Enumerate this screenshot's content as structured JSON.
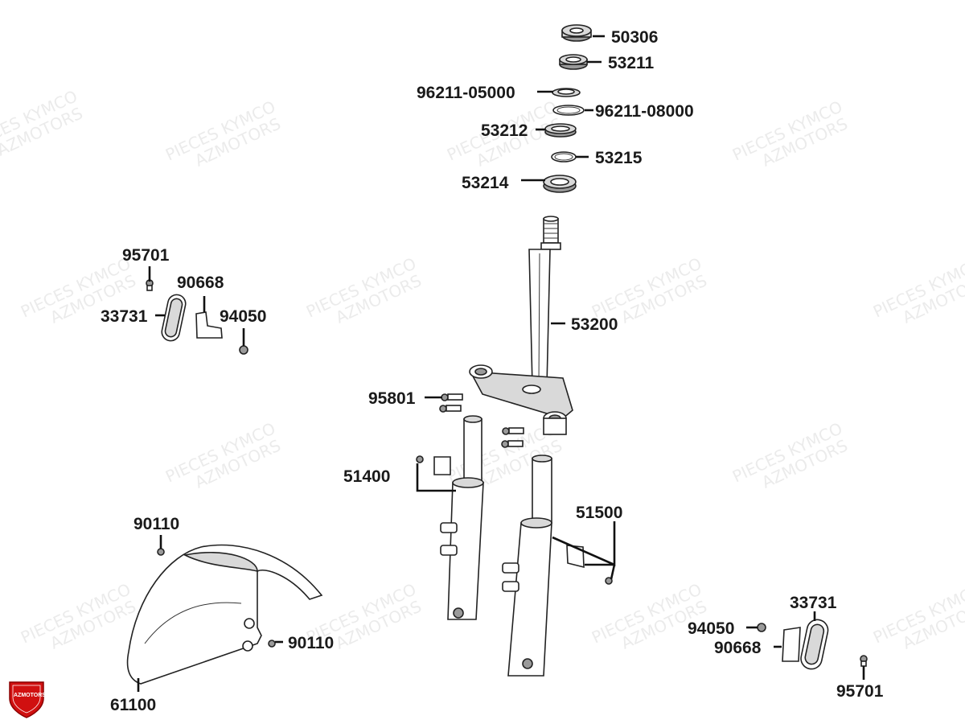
{
  "diagram": {
    "watermark_lines": [
      "PIECES KYMCO",
      "AZMOTORS"
    ],
    "logo_text": "AZMOTORS",
    "parts": [
      {
        "ref": "50306"
      },
      {
        "ref": "53211"
      },
      {
        "ref": "96211-05000"
      },
      {
        "ref": "96211-08000"
      },
      {
        "ref": "53212"
      },
      {
        "ref": "53215"
      },
      {
        "ref": "53214"
      },
      {
        "ref": "53200"
      },
      {
        "ref": "95801"
      },
      {
        "ref": "51400"
      },
      {
        "ref": "51500"
      },
      {
        "ref": "95701"
      },
      {
        "ref": "90668"
      },
      {
        "ref": "33731"
      },
      {
        "ref": "94050"
      },
      {
        "ref": "90110"
      },
      {
        "ref": "90110"
      },
      {
        "ref": "61100"
      },
      {
        "ref": "33731"
      },
      {
        "ref": "94050"
      },
      {
        "ref": "90668"
      },
      {
        "ref": "95701"
      }
    ]
  }
}
